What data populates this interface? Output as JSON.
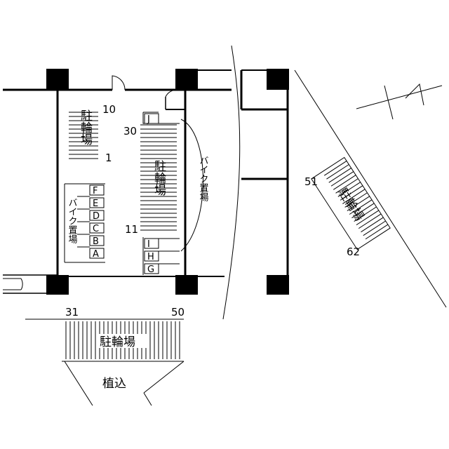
{
  "labels": {
    "parking": "駐輪場",
    "bike_area": "バイク置場",
    "planting": "植込"
  },
  "room1": {
    "num_top": "10",
    "num_bottom": "1"
  },
  "room2": {
    "num_top": "30",
    "num_bottom": "11"
  },
  "bike_bays": [
    "F",
    "E",
    "D",
    "C",
    "B",
    "A"
  ],
  "right_bays_top": "J",
  "right_bays_bottom": [
    "I",
    "H",
    "G"
  ],
  "south_lot": {
    "num_left": "31",
    "num_right": "50"
  },
  "east_lot": {
    "num_top": "51",
    "num_bottom": "62"
  }
}
